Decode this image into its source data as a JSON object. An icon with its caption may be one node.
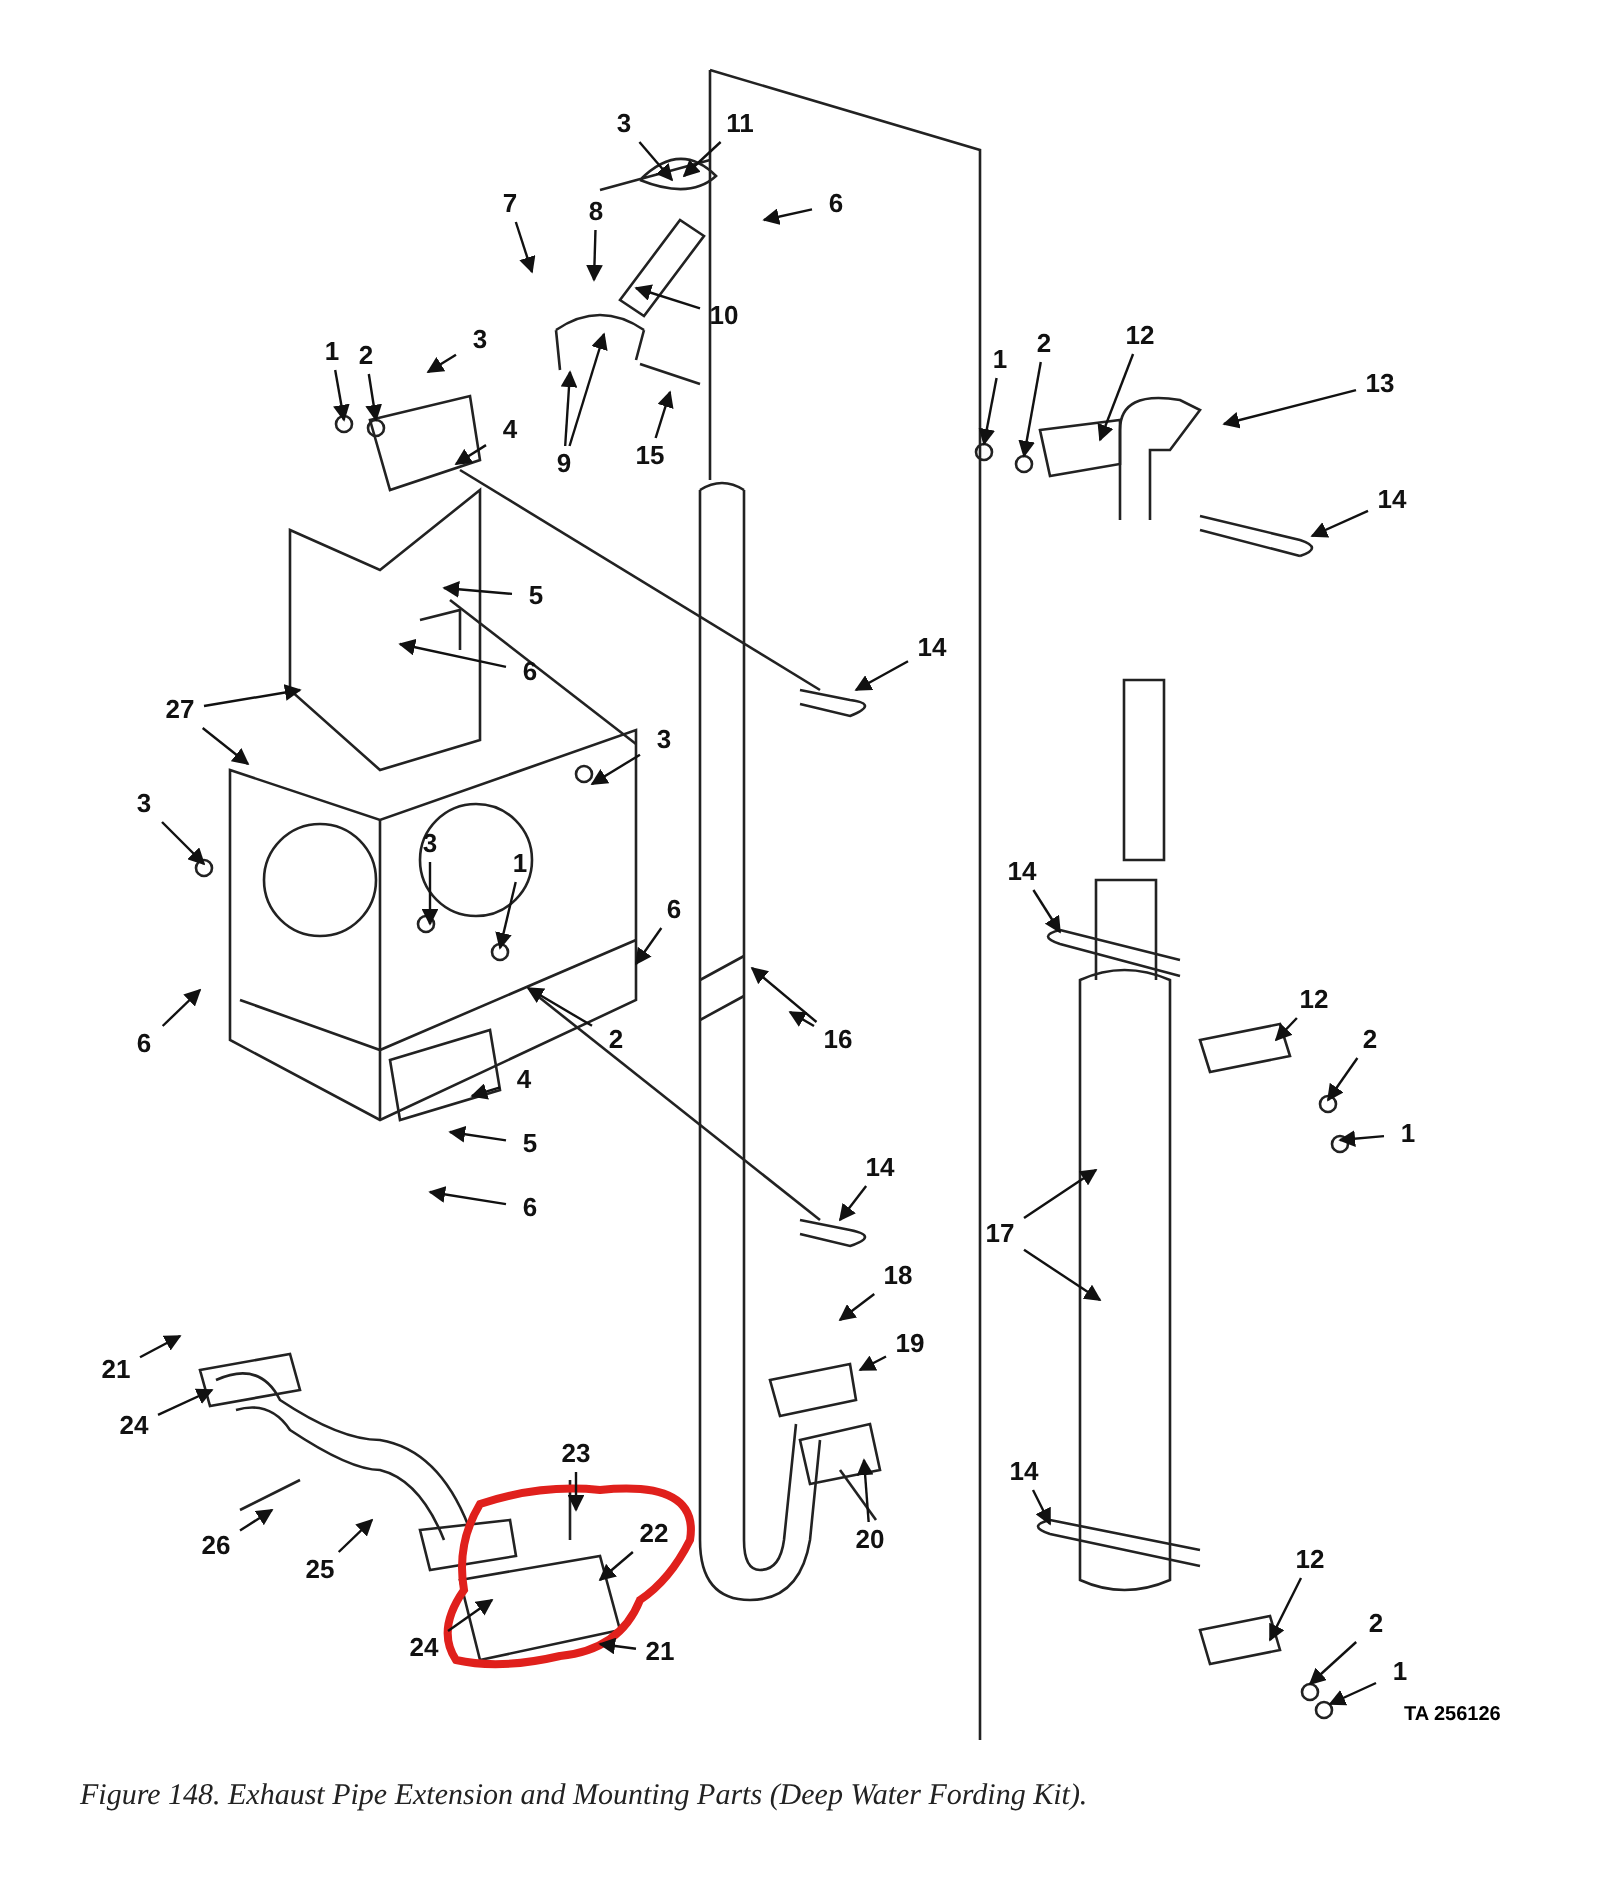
{
  "diagram": {
    "caption": "Figure 148. Exhaust Pipe Extension and Mounting Parts (Deep Water Fording Kit).",
    "nodes": [
      {
        "text": [
          "3"
        ]
      },
      {
        "text": [
          "11"
        ]
      },
      {
        "text": [
          "6"
        ]
      },
      {
        "text": [
          "7"
        ]
      },
      {
        "text": [
          "8"
        ]
      },
      {
        "text": [
          "10"
        ]
      },
      {
        "text": [
          "1"
        ]
      },
      {
        "text": [
          "2"
        ]
      },
      {
        "text": [
          "3"
        ]
      },
      {
        "text": [
          "1"
        ]
      },
      {
        "text": [
          "2"
        ]
      },
      {
        "text": [
          "12"
        ]
      },
      {
        "text": [
          "13"
        ]
      },
      {
        "text": [
          "4"
        ]
      },
      {
        "text": [
          "9"
        ]
      },
      {
        "text": [
          "15"
        ]
      },
      {
        "text": [
          "14"
        ]
      },
      {
        "text": [
          "5"
        ]
      },
      {
        "text": [
          "14"
        ]
      },
      {
        "text": [
          "6"
        ]
      },
      {
        "text": [
          "27"
        ]
      },
      {
        "text": [
          "3"
        ]
      },
      {
        "text": [
          "3"
        ]
      },
      {
        "text": [
          "3"
        ]
      },
      {
        "text": [
          "1"
        ]
      },
      {
        "text": [
          "14"
        ]
      },
      {
        "text": [
          "6"
        ]
      },
      {
        "text": [
          "12"
        ]
      },
      {
        "text": [
          "2"
        ]
      },
      {
        "text": [
          "16"
        ]
      },
      {
        "text": [
          "2"
        ]
      },
      {
        "text": [
          "6"
        ]
      },
      {
        "text": [
          "4"
        ]
      },
      {
        "text": [
          "5"
        ]
      },
      {
        "text": [
          "1"
        ]
      },
      {
        "text": [
          "14"
        ]
      },
      {
        "text": [
          "6"
        ]
      },
      {
        "text": [
          "17"
        ]
      },
      {
        "text": [
          "18"
        ]
      },
      {
        "text": [
          "19"
        ]
      },
      {
        "text": [
          "21"
        ]
      },
      {
        "text": [
          "24"
        ]
      },
      {
        "text": [
          "23"
        ]
      },
      {
        "text": [
          "14"
        ]
      },
      {
        "text": [
          "22"
        ]
      },
      {
        "text": [
          "20"
        ]
      },
      {
        "text": [
          "26"
        ]
      },
      {
        "text": [
          "12"
        ]
      },
      {
        "text": [
          "25"
        ]
      },
      {
        "text": [
          "2"
        ]
      },
      {
        "text": [
          "24"
        ]
      },
      {
        "text": [
          "21"
        ]
      },
      {
        "text": [
          "1"
        ]
      }
    ],
    "edges": [
      {
        "from": 0,
        "to": null,
        "arrow": "to"
      },
      {
        "from": 1,
        "to": null,
        "arrow": "to"
      },
      {
        "from": 2,
        "to": null,
        "arrow": "to"
      },
      {
        "from": 3,
        "to": null,
        "arrow": "to"
      },
      {
        "from": 4,
        "to": null,
        "arrow": "to"
      },
      {
        "from": 5,
        "to": null,
        "arrow": "to"
      },
      {
        "from": 6,
        "to": null,
        "arrow": "to"
      },
      {
        "from": 7,
        "to": null,
        "arrow": "to"
      },
      {
        "from": 8,
        "to": null,
        "arrow": "to"
      },
      {
        "from": 9,
        "to": null,
        "arrow": "to"
      },
      {
        "from": 10,
        "to": null,
        "arrow": "to"
      },
      {
        "from": 11,
        "to": null,
        "arrow": "to"
      },
      {
        "from": 12,
        "to": null,
        "arrow": "to"
      },
      {
        "from": 13,
        "to": null,
        "arrow": "to"
      },
      {
        "from": 14,
        "to": null,
        "arrow": "to"
      },
      {
        "from": 14,
        "to": null,
        "arrow": "to"
      },
      {
        "from": 15,
        "to": null,
        "arrow": "to"
      },
      {
        "from": 16,
        "to": null,
        "arrow": "to"
      },
      {
        "from": 17,
        "to": null,
        "arrow": "to"
      },
      {
        "from": 18,
        "to": null,
        "arrow": "to"
      },
      {
        "from": 19,
        "to": null,
        "arrow": "to"
      },
      {
        "from": 20,
        "to": null,
        "arrow": "to"
      },
      {
        "from": 20,
        "to": null,
        "arrow": "to"
      },
      {
        "from": 21,
        "to": null,
        "arrow": "to"
      },
      {
        "from": 22,
        "to": null,
        "arrow": "to"
      },
      {
        "from": 23,
        "to": null,
        "arrow": "to"
      },
      {
        "from": 24,
        "to": null,
        "arrow": "to"
      },
      {
        "from": 25,
        "to": null,
        "arrow": "to"
      },
      {
        "from": 26,
        "to": null,
        "arrow": "to"
      },
      {
        "from": 27,
        "to": null,
        "arrow": "to"
      },
      {
        "from": 28,
        "to": null,
        "arrow": "to"
      },
      {
        "from": 29,
        "to": null,
        "arrow": "to"
      },
      {
        "from": 29,
        "to": null,
        "arrow": "to"
      },
      {
        "from": 30,
        "to": null,
        "arrow": "to"
      },
      {
        "from": 31,
        "to": null,
        "arrow": "to"
      },
      {
        "from": 32,
        "to": null,
        "arrow": "to"
      },
      {
        "from": 33,
        "to": null,
        "arrow": "to"
      },
      {
        "from": 34,
        "to": null,
        "arrow": "to"
      },
      {
        "from": 35,
        "to": null,
        "arrow": "to"
      },
      {
        "from": 36,
        "to": null,
        "arrow": "to"
      },
      {
        "from": 37,
        "to": null,
        "arrow": "to"
      },
      {
        "from": 37,
        "to": null,
        "arrow": "to"
      },
      {
        "from": 38,
        "to": null,
        "arrow": "to"
      },
      {
        "from": 39,
        "to": null,
        "arrow": "to"
      },
      {
        "from": 40,
        "to": null,
        "arrow": "to"
      },
      {
        "from": 41,
        "to": null,
        "arrow": "to"
      },
      {
        "from": 42,
        "to": null,
        "arrow": "to"
      },
      {
        "from": 43,
        "to": null,
        "arrow": "to"
      },
      {
        "from": 44,
        "to": null,
        "arrow": "to"
      },
      {
        "from": 45,
        "to": null,
        "arrow": "to"
      },
      {
        "from": 46,
        "to": null,
        "arrow": "to"
      },
      {
        "from": 47,
        "to": null,
        "arrow": "to"
      },
      {
        "from": 48,
        "to": null,
        "arrow": "to"
      },
      {
        "from": 49,
        "to": null,
        "arrow": "to"
      },
      {
        "from": 50,
        "to": null,
        "arrow": "to"
      },
      {
        "from": 51,
        "to": null,
        "arrow": "to"
      },
      {
        "from": 52,
        "to": null,
        "arrow": "to"
      }
    ],
    "labels": [
      "TA 256126"
    ]
  }
}
